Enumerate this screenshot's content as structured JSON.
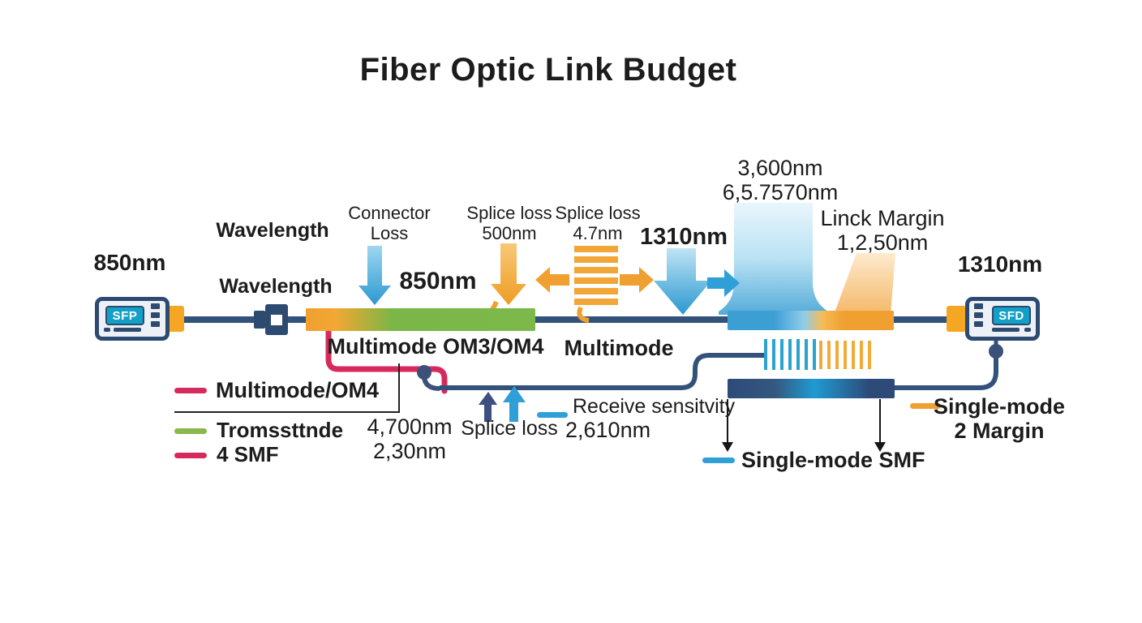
{
  "title": "Fiber Optic Link Budget",
  "left_transceiver": {
    "wavelength": "850nm",
    "device": "SFP"
  },
  "right_transceiver": {
    "wavelength": "1310nm",
    "device": "SFD"
  },
  "labels": {
    "wavelength_top": "Wavelength",
    "wavelength_bottom": "Wavelength",
    "connector_loss": "Connector\nLoss",
    "splice_loss_500": "Splice loss\n500nm",
    "splice_loss_47": "Splice loss\n4.7nm",
    "mid_850": "850nm",
    "mid_1310": "1310nm",
    "attenuation_values": "3,600nm\n6,5.7570nm",
    "link_margin": "Linck Margin\n1,2,50nm",
    "multimode_fiber": "Multimode OM3/OM4",
    "multimode_mid": "Multimode"
  },
  "legend": {
    "multimode_om4": "Multimode/OM4",
    "transmit": "Tromssttnde",
    "smf4": "4 SMF",
    "loss_values": "4,700nm\n2,30nm",
    "splice_loss": "Splice loss",
    "receive_sensitivity": "Receive sensitvity",
    "receive_value": "2,610nm",
    "single_mode_margin": "Single-mode\n2 Margin",
    "single_mode_smf": "Single-mode SMF"
  },
  "colors": {
    "navy": "#2d4a71",
    "orange": "#f0a030",
    "green": "#7ab648",
    "crimson": "#d62a5c",
    "light_blue": "#2f9fd8",
    "teal_screen": "#12a0c6"
  }
}
